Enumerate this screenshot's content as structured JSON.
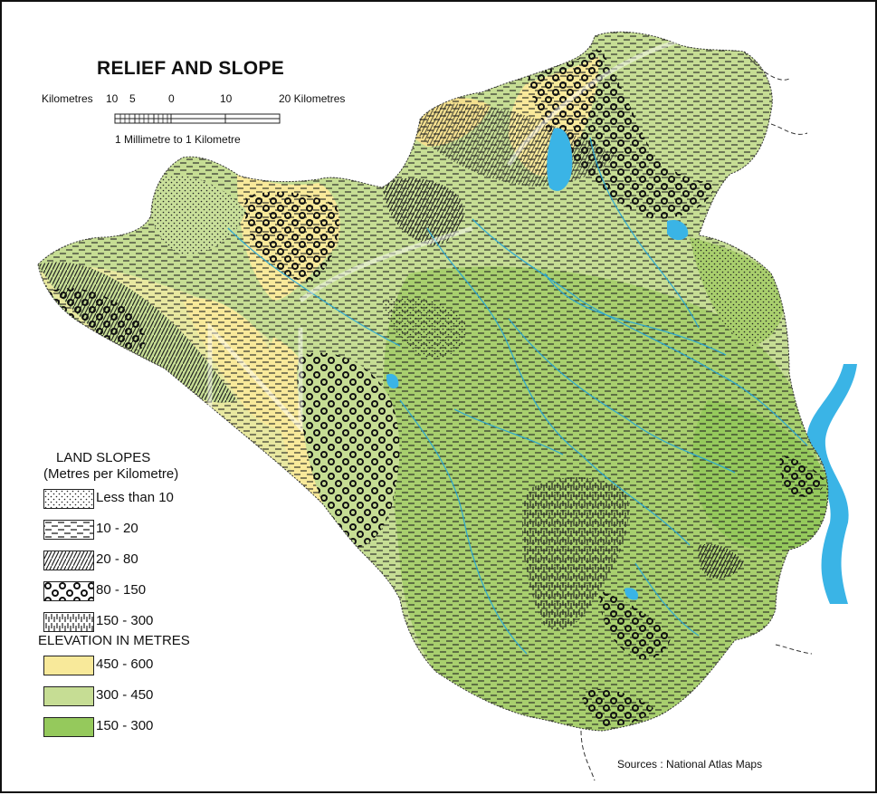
{
  "map": {
    "title": "RELIEF AND SLOPE",
    "scale": {
      "left_unit": "Kilometres",
      "ticks": [
        "10",
        "5",
        "0",
        "10",
        "20 Kilometres"
      ],
      "caption": "1 Millimetre to 1 Kilometre"
    },
    "legend": {
      "slopes_heading_1": "LAND SLOPES",
      "slopes_heading_2": "(Metres per Kilometre)",
      "slopes": [
        {
          "label": "Less than 10",
          "pattern": "dots"
        },
        {
          "label": "10 - 20",
          "pattern": "dashes"
        },
        {
          "label": "20 - 80",
          "pattern": "diagonal"
        },
        {
          "label": "80 - 150",
          "pattern": "circles"
        },
        {
          "label": "150 - 300",
          "pattern": "vertical"
        }
      ],
      "elevation_heading": "ELEVATION IN METRES",
      "elevation": [
        {
          "label": "450 - 600",
          "color": "#f8e99a"
        },
        {
          "label": "300 - 450",
          "color": "#c6dd94"
        },
        {
          "label": "150 - 300",
          "color": "#95c95c"
        }
      ]
    },
    "sources": "Sources : National Atlas Maps",
    "colors": {
      "water": "#3ab4e6",
      "river": "#28a7d6",
      "pattern_ink": "#222222"
    }
  }
}
